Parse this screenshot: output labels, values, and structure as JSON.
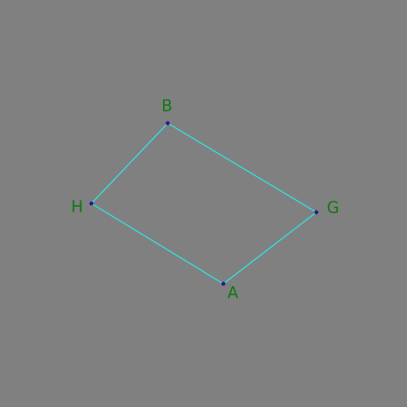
{
  "colors": {
    "background": "#808080",
    "edge": "#33dddd",
    "vertex": "#2a1a8a",
    "label": "#0f7a0f"
  },
  "vertices": {
    "B": {
      "label": "B"
    },
    "G": {
      "label": "G"
    },
    "A": {
      "label": "A"
    },
    "H": {
      "label": "H"
    }
  },
  "edges": [
    [
      "B",
      "G"
    ],
    [
      "G",
      "A"
    ],
    [
      "A",
      "H"
    ],
    [
      "H",
      "B"
    ]
  ]
}
